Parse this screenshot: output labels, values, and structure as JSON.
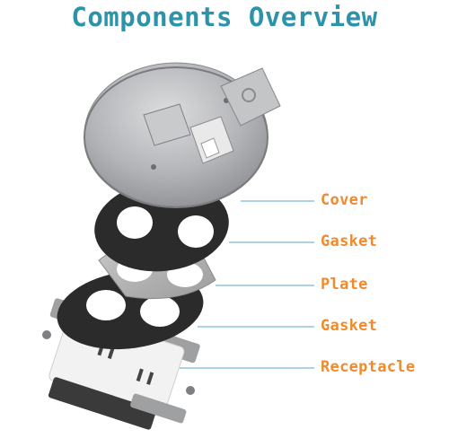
{
  "title": "Components Overview",
  "labels": [
    {
      "id": "cover",
      "text": "Cover"
    },
    {
      "id": "gasket-top",
      "text": "Gasket"
    },
    {
      "id": "plate",
      "text": "Plate"
    },
    {
      "id": "gasket-bottom",
      "text": "Gasket"
    },
    {
      "id": "receptacle",
      "text": "Receptacle"
    }
  ],
  "colors": {
    "title": "#2d93a8",
    "label": "#f08a2c",
    "leader": "#7ab8d6",
    "steel": "#b8b9bb",
    "gasket": "#2b2b2b",
    "receptacle": "#f2f2f2"
  }
}
